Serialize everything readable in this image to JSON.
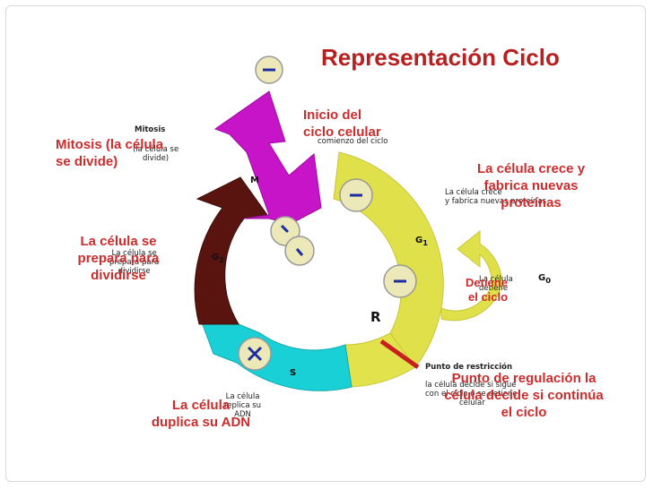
{
  "title": "Representación Ciclo",
  "labels": {
    "inicio": [
      "Inicio del",
      "ciclo celular"
    ],
    "mitosis": [
      "Mitosis (la célula",
      "se divide)"
    ],
    "crece": [
      "La célula crece y",
      "fabrica nuevas",
      "proteínas"
    ],
    "prepara": [
      "La célula se",
      "prepara para",
      "dividirse"
    ],
    "detiene": [
      "Detiene",
      "el ciclo"
    ],
    "punto": [
      "Punto de regulación la",
      "célula  decide si continúa",
      "el ciclo"
    ],
    "duplica": [
      "La célula",
      "duplica su ADN"
    ]
  },
  "phases": {
    "m": "M",
    "g1": "G",
    "g1_sub": "1",
    "g2": "G",
    "g2_sub": "2",
    "s": "S",
    "r": "R",
    "g0": "G",
    "g0_sub": "0"
  },
  "faint_labels": {
    "mitosis_title": "Mitosis",
    "mitosis_sub": [
      "(la célula se",
      "divide)"
    ],
    "prepara": [
      "La célula se",
      "prepara para",
      "dividirse"
    ],
    "duplica": [
      "La célula",
      "replica su",
      "ADN"
    ],
    "inicio": "comienzo del ciclo",
    "crece": [
      "La célula crece",
      "y fabrica nuevas proteínas"
    ],
    "detiene": [
      "La célula",
      "detiene"
    ],
    "punto_title": "Punto de restricción",
    "punto": [
      "la célula decide si sigue",
      "con el ciclo o se detiene",
      "celular"
    ]
  },
  "colors": {
    "title": "#b82020",
    "label": "#cc2c2c",
    "m_phase": "#c814c8",
    "g1_phase": "#e0e04a",
    "g2_phase": "#5a1410",
    "s_phase": "#18d0d6",
    "restriction_point": "#c81e1e",
    "cell": "#ece8b8"
  }
}
